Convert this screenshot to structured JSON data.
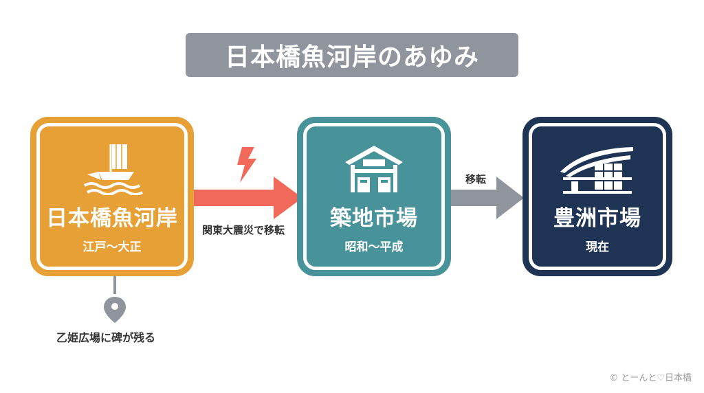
{
  "title": "日本橋魚河岸のあゆみ",
  "stages": [
    {
      "name": "日本橋魚河岸",
      "era": "江戸〜大正",
      "icon": "sailing-ship-icon"
    },
    {
      "name": "築地市場",
      "era": "昭和〜平成",
      "icon": "market-building-icon"
    },
    {
      "name": "豊洲市場",
      "era": "現在",
      "icon": "modern-market-icon"
    }
  ],
  "transitions": [
    {
      "label": "関東大震災で移転",
      "icon": "lightning-icon"
    },
    {
      "label": "移転"
    }
  ],
  "note": {
    "text": "乙姫広場に碑が残る",
    "icon": "location-pin-icon"
  },
  "copyright": "© とーんと♡日本橋",
  "colors": {
    "title_bg": "#8f949d",
    "stage1": "#e6a035",
    "stage2": "#48939a",
    "stage3": "#1f3455",
    "arrow1": "#f0695a",
    "arrow2": "#8f949d",
    "lightning": "#f0695a"
  }
}
